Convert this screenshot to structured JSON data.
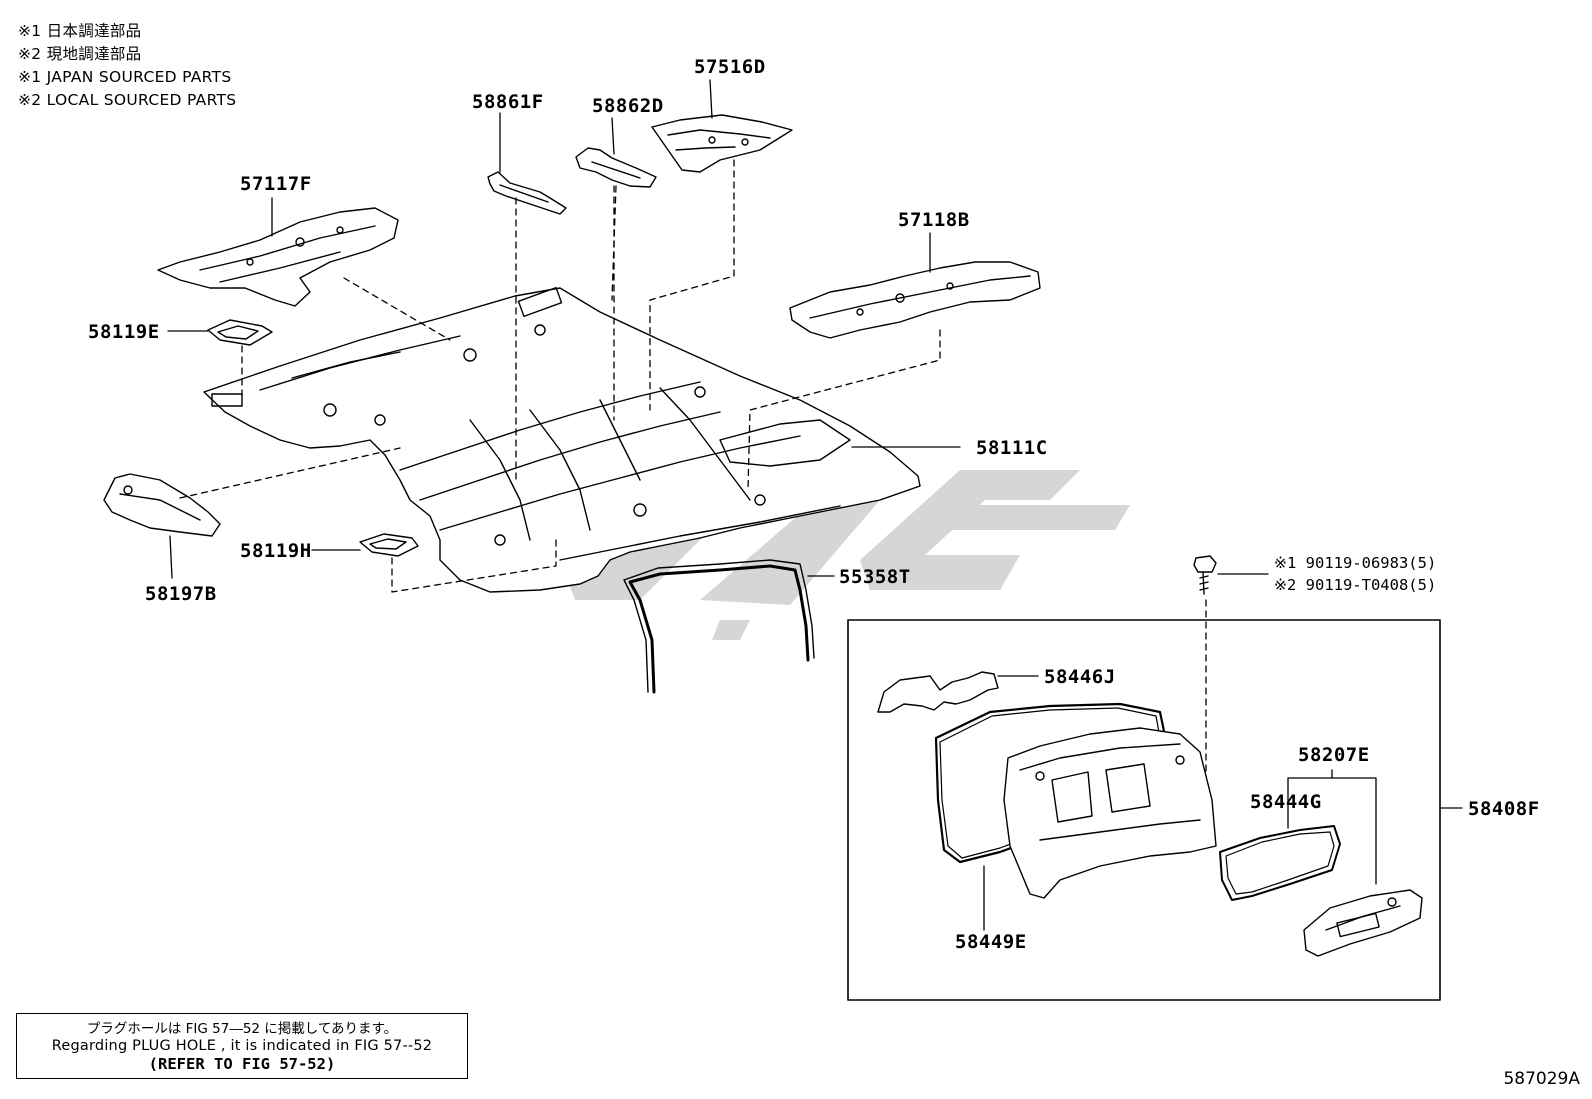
{
  "notes": [
    "※1 日本調達部品",
    "※2 現地調達部品",
    "※1 JAPAN SOURCED PARTS",
    "※2 LOCAL SOURCED PARTS"
  ],
  "part_labels": {
    "p57516D": "57516D",
    "p58861F": "58861F",
    "p58862D": "58862D",
    "p57117F": "57117F",
    "p57118B": "57118B",
    "p58119E": "58119E",
    "p58111C": "58111C",
    "p58197B": "58197B",
    "p58119H": "58119H",
    "p55358T": "55358T",
    "p58446J": "58446J",
    "p58207E": "58207E",
    "p58444G": "58444G",
    "p58408F": "58408F",
    "p58449E": "58449E"
  },
  "bolt_refs": [
    "※1 90119-06983(5)",
    "※2 90119-T0408(5)"
  ],
  "reference_note": {
    "line1": "プラグホールは FIG  57―52 に掲載してあります。",
    "line2": "Regarding  PLUG  HOLE , it is indicated in  FIG  57--52",
    "line3": "(REFER TO FIG 57-52)"
  },
  "figure_id": "587029A"
}
